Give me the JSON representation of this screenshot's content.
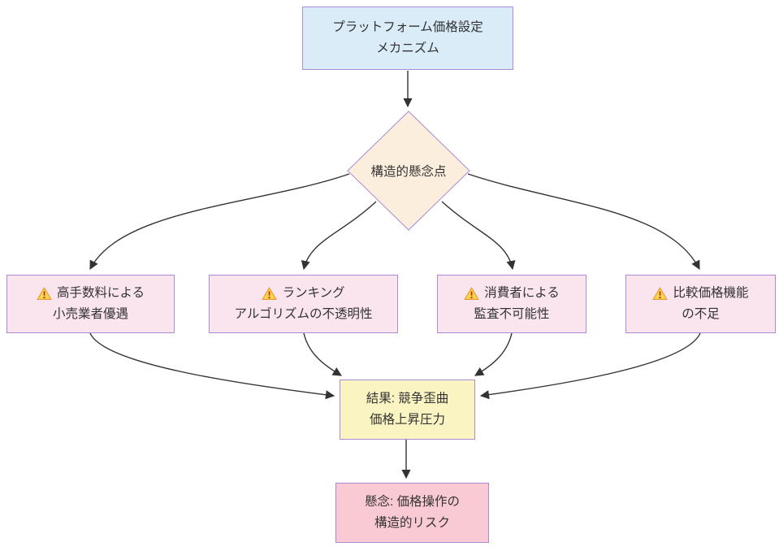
{
  "diagram": {
    "type": "flowchart",
    "direction": "top-down",
    "colors": {
      "background": "#ffffff",
      "node_border": "#a98cd6",
      "edge": "#333333",
      "text": "#333333",
      "platform_fill": "#d9ecf8",
      "decision_fill": "#fceedd",
      "concern_item_fill": "#fae4ee",
      "result_fill": "#faf4c3",
      "risk_fill": "#f9cad4",
      "warning_icon_fill": "#fbd44c",
      "warning_icon_stroke": "#e89c2f",
      "warning_icon_mark": "#a63d2a"
    },
    "nodes": {
      "platform": {
        "id": "platform-pricing",
        "shape": "rect",
        "line1": "プラットフォーム価格設定",
        "line2": "メカニズム"
      },
      "decision": {
        "id": "structural-concerns",
        "shape": "diamond",
        "line1": "構造的懸念点"
      },
      "c1": {
        "id": "high-fees",
        "shape": "rect",
        "icon": "warning-icon",
        "line1": "高手数料による",
        "line2": "小売業者優遇"
      },
      "c2": {
        "id": "ranking-opacity",
        "shape": "rect",
        "icon": "warning-icon",
        "line1": "ランキング",
        "line2": "アルゴリズムの不透明性"
      },
      "c3": {
        "id": "consumer-audit",
        "shape": "rect",
        "icon": "warning-icon",
        "line1": "消費者による",
        "line2": "監査不可能性"
      },
      "c4": {
        "id": "price-comparison",
        "shape": "rect",
        "icon": "warning-icon",
        "line1": "比較価格機能",
        "line2": "の不足"
      },
      "result": {
        "id": "result",
        "shape": "rect",
        "line1": "結果: 競争歪曲",
        "line2": "価格上昇圧力"
      },
      "concern": {
        "id": "risk",
        "shape": "rect",
        "line1": "懸念: 価格操作の",
        "line2": "構造的リスク"
      }
    },
    "edges": [
      {
        "from": "platform-pricing",
        "to": "structural-concerns"
      },
      {
        "from": "structural-concerns",
        "to": "high-fees"
      },
      {
        "from": "structural-concerns",
        "to": "ranking-opacity"
      },
      {
        "from": "structural-concerns",
        "to": "consumer-audit"
      },
      {
        "from": "structural-concerns",
        "to": "price-comparison"
      },
      {
        "from": "high-fees",
        "to": "result"
      },
      {
        "from": "ranking-opacity",
        "to": "result"
      },
      {
        "from": "consumer-audit",
        "to": "result"
      },
      {
        "from": "price-comparison",
        "to": "result"
      },
      {
        "from": "result",
        "to": "risk"
      }
    ]
  }
}
